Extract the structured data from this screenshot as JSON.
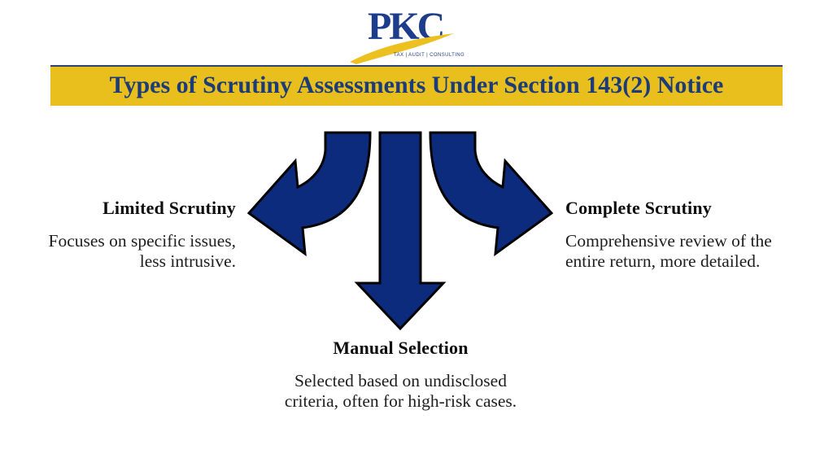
{
  "logo": {
    "name": "PKC",
    "tagline": "TAX | AUDIT | CONSULTING"
  },
  "banner": {
    "title": "Types of Scrutiny Assessments Under Section 143(2) Notice"
  },
  "colors": {
    "arrow_navy": "#0d2b7c",
    "arrow_outline": "#000000",
    "banner_gold": "#e9bf1d",
    "title_navy": "#1b3c78",
    "logo_blue": "#1e3c8c",
    "swoosh_gold": "#ecc11f",
    "text_dark": "#1e1e1e"
  },
  "diagram": {
    "branches": [
      {
        "direction": "left",
        "heading": "Limited Scrutiny",
        "lines": [
          "Focuses on specific issues,",
          "less intrusive."
        ]
      },
      {
        "direction": "right",
        "heading": "Complete Scrutiny",
        "lines": [
          "Comprehensive review of the",
          "entire return, more detailed."
        ]
      },
      {
        "direction": "down",
        "heading": "Manual Selection",
        "lines": [
          "Selected based on undisclosed",
          "criteria, often for high-risk cases."
        ]
      }
    ]
  }
}
